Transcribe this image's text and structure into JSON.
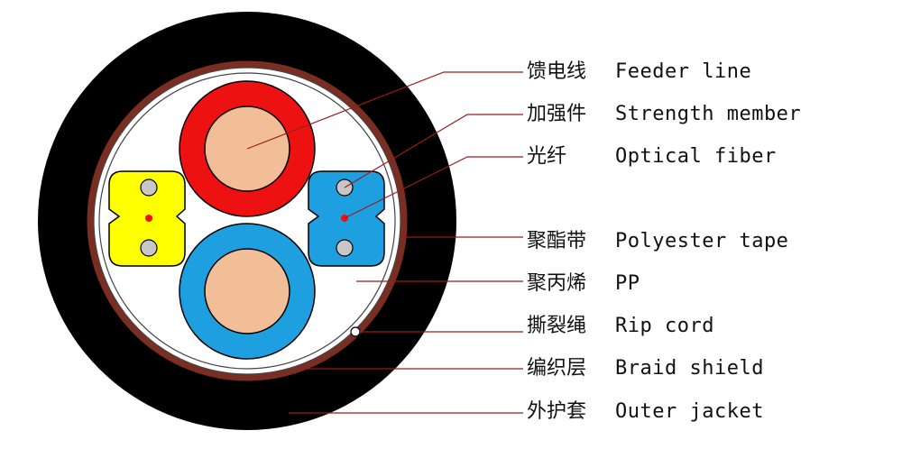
{
  "colors": {
    "outer_jacket": "#000000",
    "braid": "#7a2e22",
    "feeder_red": "#ee1111",
    "feeder_blue": "#1ea0e0",
    "copper": "#f2be98",
    "fiber_unit_yellow": "#ffff00",
    "fiber_unit_blue": "#1ea0e0",
    "strength_member": "#c7c7c7",
    "fiber_dot": "#ee1111",
    "leader_line": "#9b1b1b"
  },
  "labels": [
    {
      "zh": "馈电线",
      "en": "Feeder line"
    },
    {
      "zh": "加强件",
      "en": "Strength member"
    },
    {
      "zh": "光纤",
      "en": "Optical fiber"
    },
    {
      "zh": "聚酯带",
      "en": "Polyester tape"
    },
    {
      "zh": "聚丙烯",
      "en": "PP"
    },
    {
      "zh": "撕裂绳",
      "en": "Rip cord"
    },
    {
      "zh": "编织层",
      "en": "Braid shield"
    },
    {
      "zh": "外护套",
      "en": "Outer jacket"
    }
  ]
}
